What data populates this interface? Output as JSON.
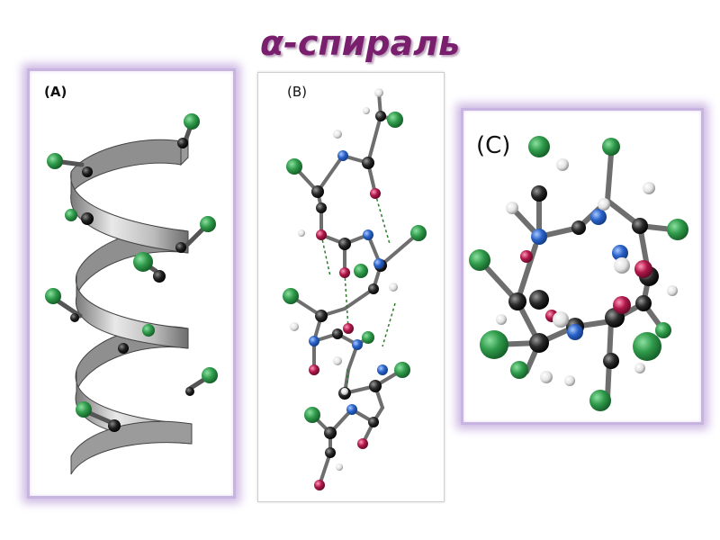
{
  "title": "α-спираль",
  "panels": {
    "a": {
      "label": "(A)"
    },
    "b": {
      "label": "(B)"
    },
    "c": {
      "label": "(C)"
    }
  },
  "colors": {
    "title": "#7a1f6e",
    "panel_glow": "#c8b4e0",
    "carbon": "#222222",
    "nitrogen": "#2a62c8",
    "oxygen": "#b0174a",
    "hydrogen": "#f2f2f2",
    "side_group": "#2f9a4a",
    "ribbon": "#c8c8c8"
  }
}
